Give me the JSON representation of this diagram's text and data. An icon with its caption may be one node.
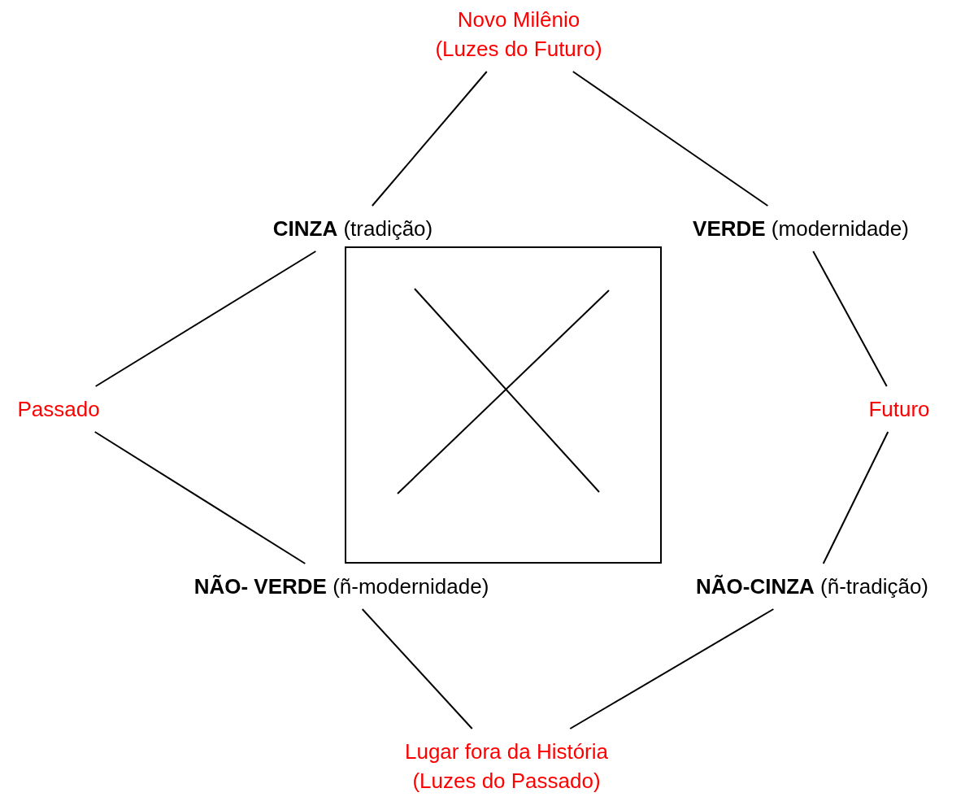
{
  "diagram": {
    "nodes": [
      {
        "text": [
          "Novo Milênio",
          "(Luzes do Futuro)"
        ]
      },
      {
        "text": [
          "**CINZA** (tradição)"
        ]
      },
      {
        "text": [
          "**VERDE** (modernidade)"
        ]
      },
      {
        "text": [
          "Passado"
        ]
      },
      {
        "text": [
          "Futuro"
        ]
      },
      {
        "text": [
          "**NÃO- VERDE** (ñ-modernidade)"
        ]
      },
      {
        "text": [
          "**NÃO-CINZA** (ñ-tradição)"
        ]
      },
      {
        "text": [
          "Lugar fora da História",
          "(Luzes do Passado)"
        ]
      }
    ],
    "edges": [
      {
        "from": 0,
        "to": 1,
        "arrow": "none"
      },
      {
        "from": 0,
        "to": 2,
        "arrow": "none"
      },
      {
        "from": 1,
        "to": 3,
        "arrow": "none"
      },
      {
        "from": 3,
        "to": 5,
        "arrow": "none"
      },
      {
        "from": 2,
        "to": 4,
        "arrow": "none"
      },
      {
        "from": 4,
        "to": 6,
        "arrow": "none"
      },
      {
        "from": 5,
        "to": 7,
        "arrow": "none"
      },
      {
        "from": 6,
        "to": 7,
        "arrow": "none"
      }
    ]
  }
}
